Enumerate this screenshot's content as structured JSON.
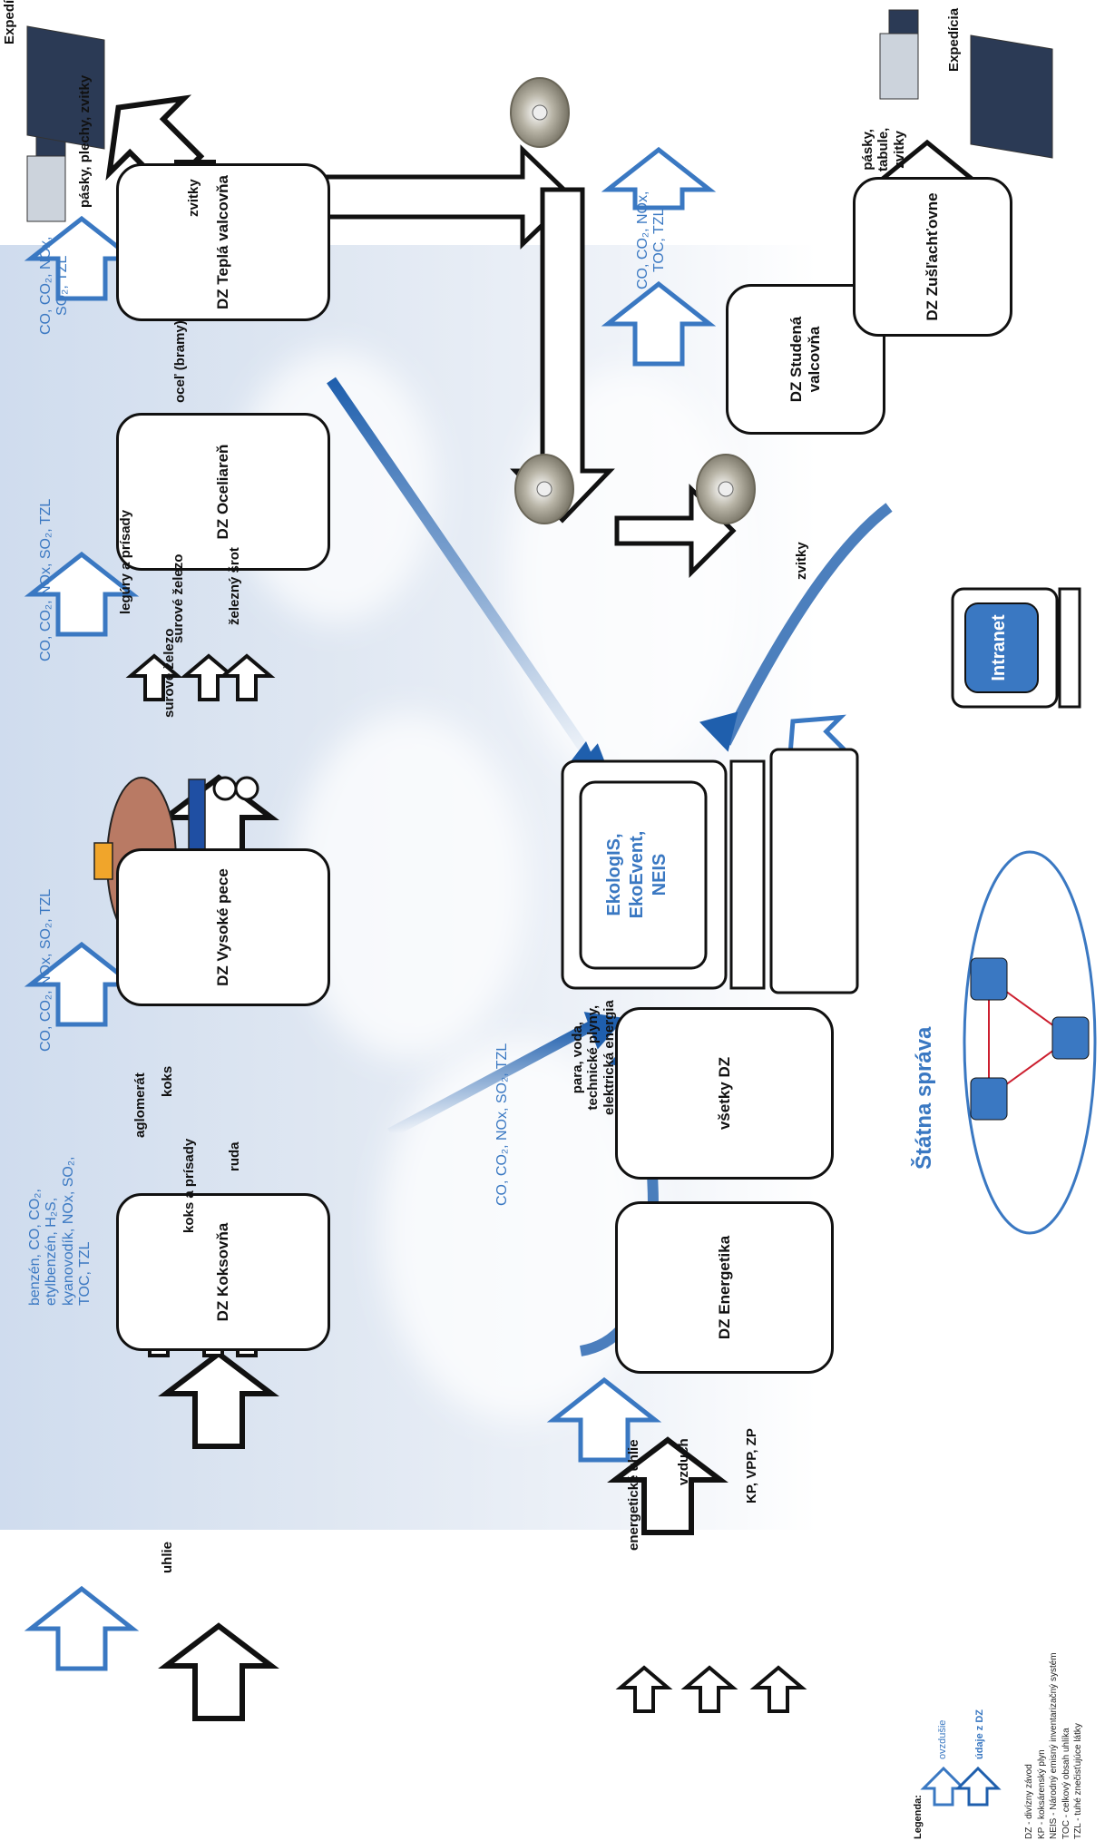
{
  "units": {
    "koksovna": {
      "name": "DZ Koksovňa",
      "emissions": [
        "benzén, CO, CO₂,",
        "etylbenzén, H₂S,",
        "kyanovodík, NOx, SO₂,",
        "TOC, TZL"
      ],
      "input": "uhlie"
    },
    "koks_label": "koks",
    "vysoke_pece": {
      "name": "DZ Vysoké pece",
      "emissions": "CO, CO₂, NOx, SO₂, TZL",
      "inputs": [
        "aglomerát",
        "koks a prísady",
        "ruda"
      ]
    },
    "surove_zelezo_label": "surové železo",
    "ocelaren": {
      "name": "DZ Oceliareň",
      "emissions": "CO, CO₂, NOx, SO₂, TZL",
      "inputs": [
        "legúry a prísady",
        "surové železo",
        "železný šrot"
      ]
    },
    "ocel_label": "oceľ (bramy)",
    "tepla_valcovna": {
      "name": "DZ Teplá valcovňa",
      "emissions": [
        "CO, CO₂, NOx,",
        "SO₂, TZL"
      ]
    },
    "zvitky_label": "zvitky",
    "hot_products": "pásky, plechy, zvitky",
    "expedicia_hot": "Expedícia",
    "studena_valcovna": {
      "name": "DZ Studená valcovňa",
      "emissions": [
        "CO, CO₂, NOx,",
        "TOC, TZL"
      ]
    },
    "zvitky_label2": "zvitky",
    "zuslachtovne": {
      "name": "DZ Zušľachťovne",
      "products": [
        "pásky,",
        "tabule,",
        "zvitky"
      ]
    },
    "expedicia_cold": "Expedícia",
    "energetika": {
      "name": "DZ Energetika",
      "emissions": "CO, CO₂, NOx, SO₂, TZL",
      "inputs": [
        "energetické uhlie",
        "vzduch",
        "KP, VPP, ZP"
      ],
      "outputs": [
        "para, voda,",
        "technické plyny,",
        "elektrická energia"
      ]
    },
    "vsetky_dz": "všetky DZ"
  },
  "computer_screen": [
    "EkologIS,",
    "EkoEvent,",
    "NEIS"
  ],
  "intranet_label": "Intranet",
  "statna_sprava": "Štátna správa",
  "legend": {
    "title": "Legenda:",
    "ovzdusie": "ovzdušie",
    "udaje": "údaje z DZ",
    "abbr": [
      "DZ - divízny závod",
      "KP - koksárenský plyn",
      "NEIS - Národný emisný inventarizačný systém",
      "TOC - celkový obsah uhlíka",
      "TZL - tuhé znečisťujúce látky"
    ]
  },
  "colors": {
    "emission": "#3a78c2",
    "data_arrow": "#1f5fad",
    "ladle": "#b97a64",
    "ladle_stripe": "#1f4fa3",
    "sky": "#dfe7f2"
  }
}
